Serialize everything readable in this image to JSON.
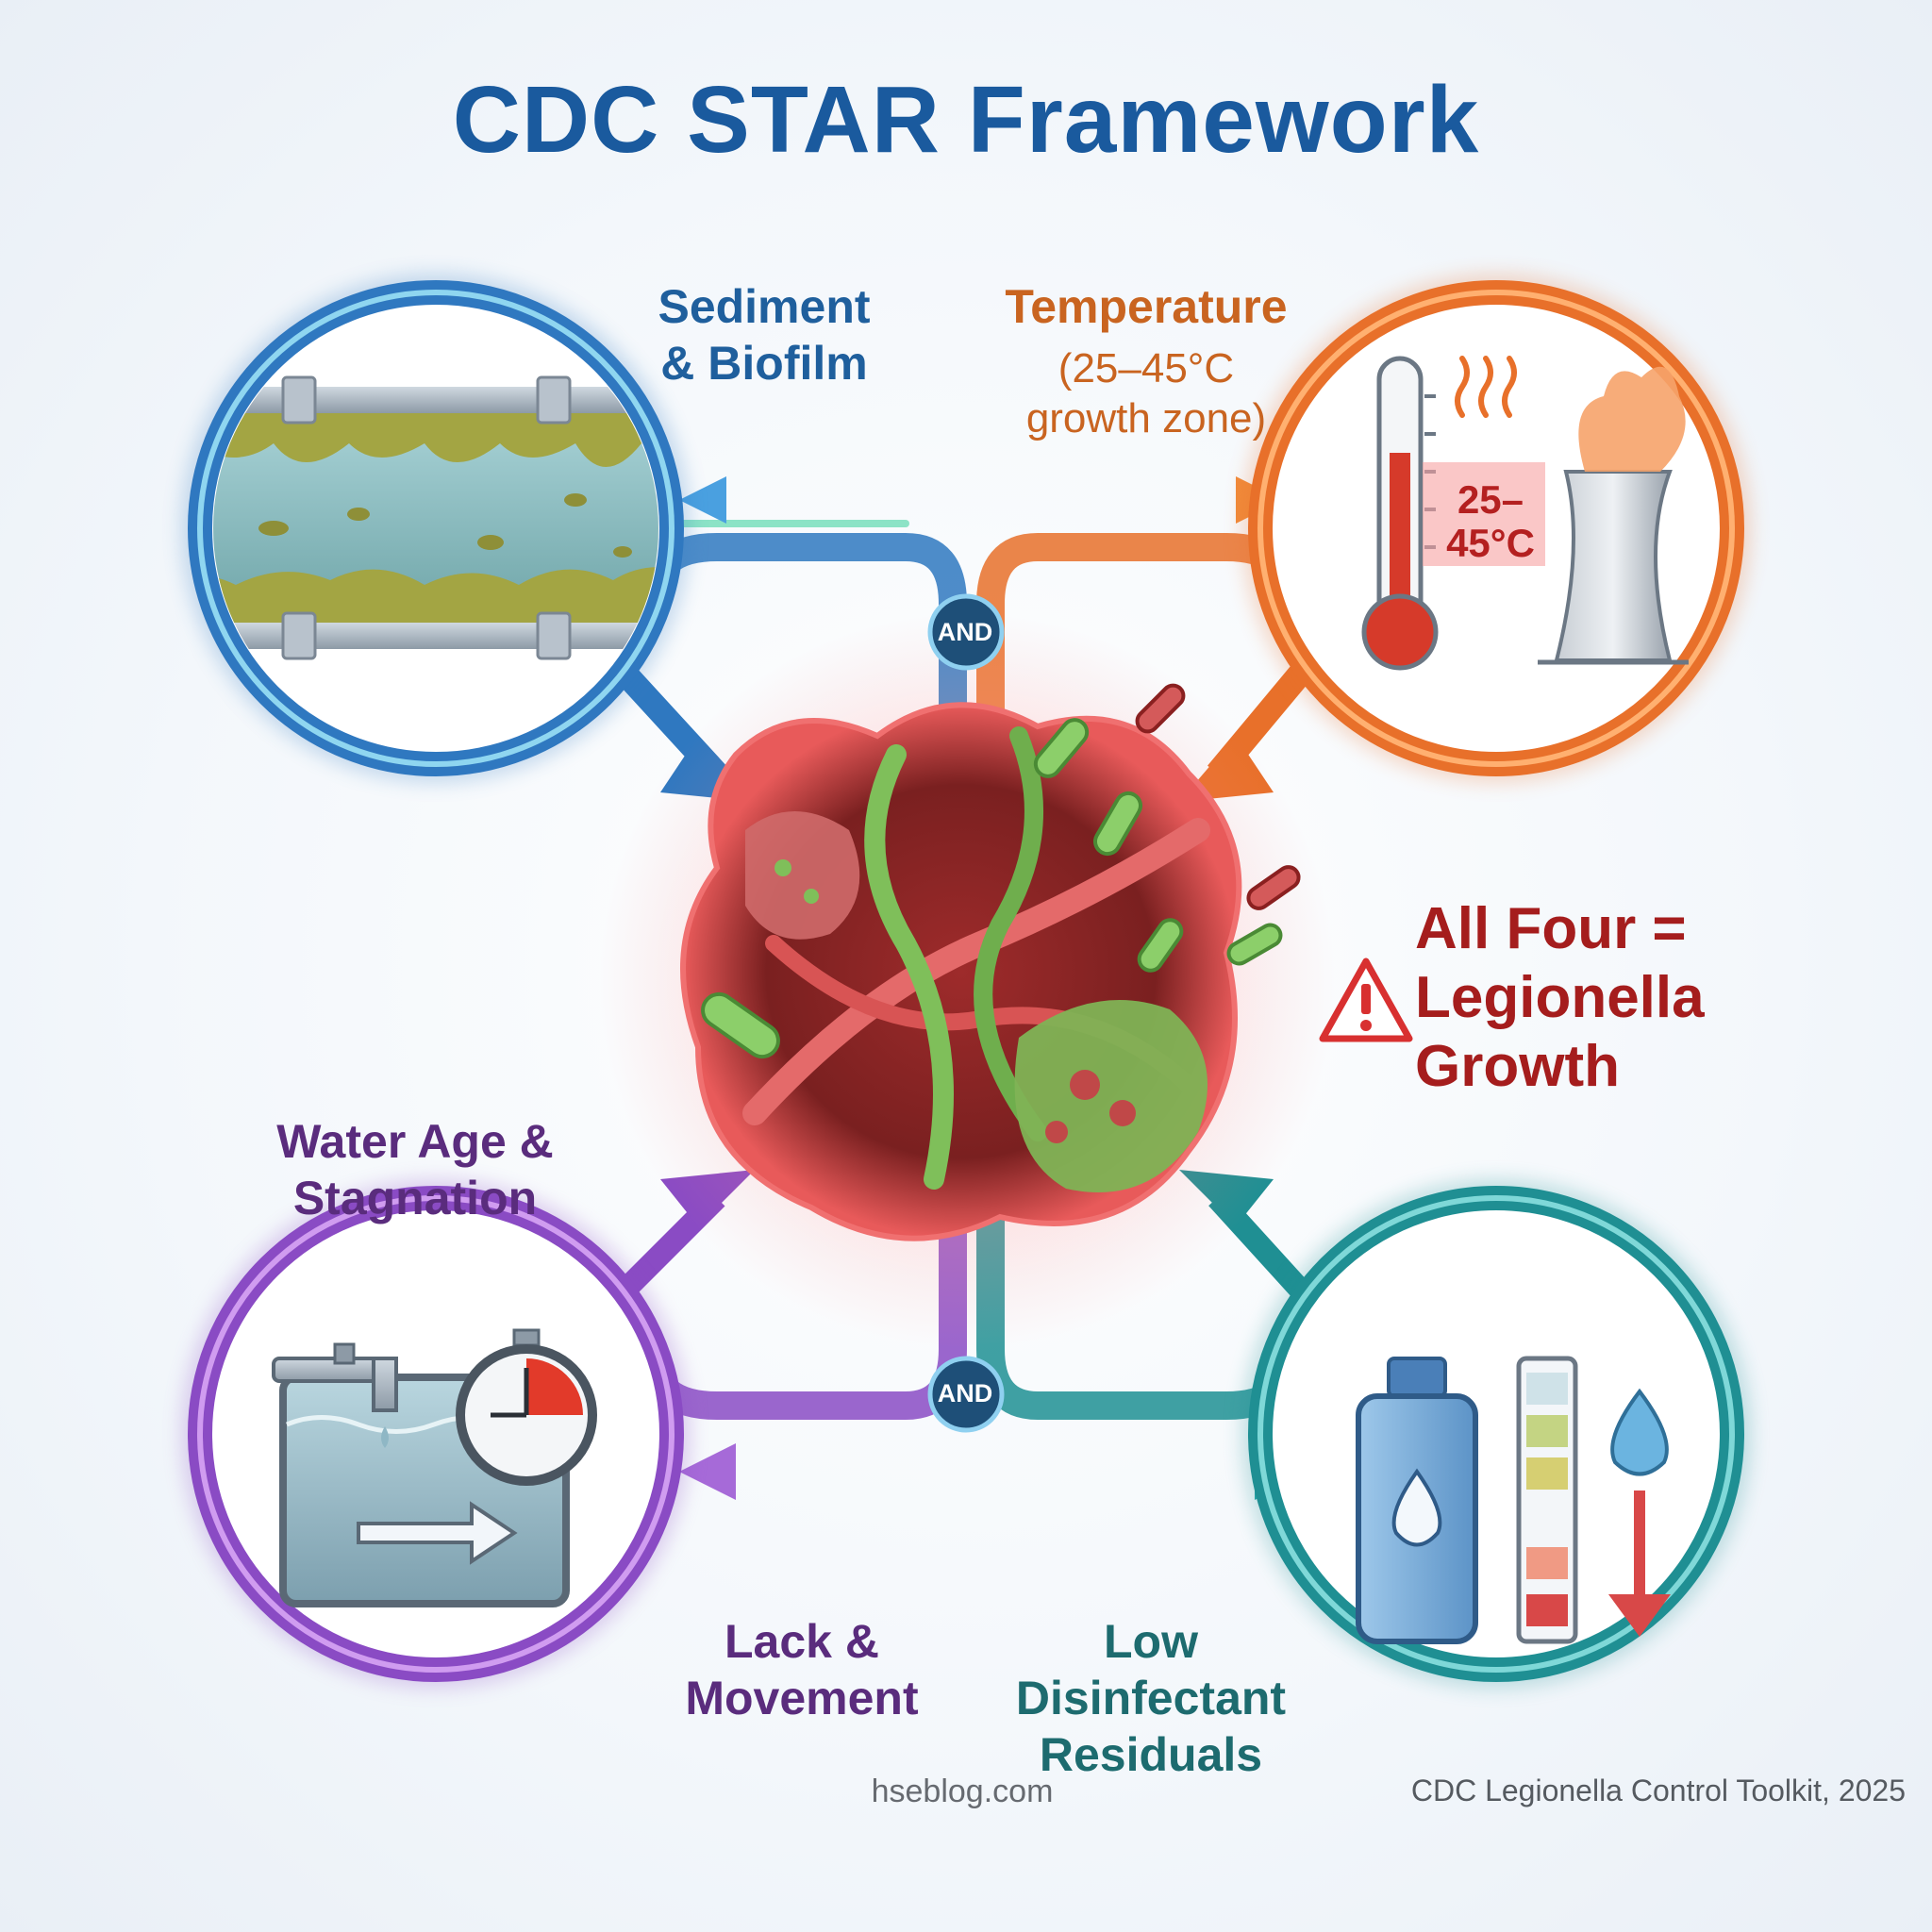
{
  "title": "CDC STAR Framework",
  "factors": {
    "sediment": {
      "line1": "Sediment",
      "line2": "& Biofilm"
    },
    "temperature": {
      "line1": "Temperature",
      "sub1": "(25–45°C",
      "sub2": "growth zone)"
    },
    "water_age": {
      "line1": "Water Age &",
      "line2": "Stagnation"
    },
    "lack": {
      "line1": "Lack &",
      "line2": "Movement"
    },
    "low": {
      "line1": "Low",
      "line2": "Disinfectant",
      "line3": "Residuals"
    }
  },
  "thermometer_label": {
    "line1": "25–",
    "line2": "45°C"
  },
  "connectors": {
    "and_top": "AND",
    "and_bottom": "AND"
  },
  "result": {
    "line1": "All Four =",
    "line2": "Legionella",
    "line3": "Growth"
  },
  "footer": {
    "left": "hseblog.com",
    "right": "CDC Legionella Control Toolkit, 2025"
  },
  "colors": {
    "sediment": "#2f78c0",
    "temperature": "#e8702a",
    "water_age": "#8a4bc4",
    "low": "#1f8f93",
    "title": "#1a5a9e",
    "alert": "#a51d1d"
  }
}
